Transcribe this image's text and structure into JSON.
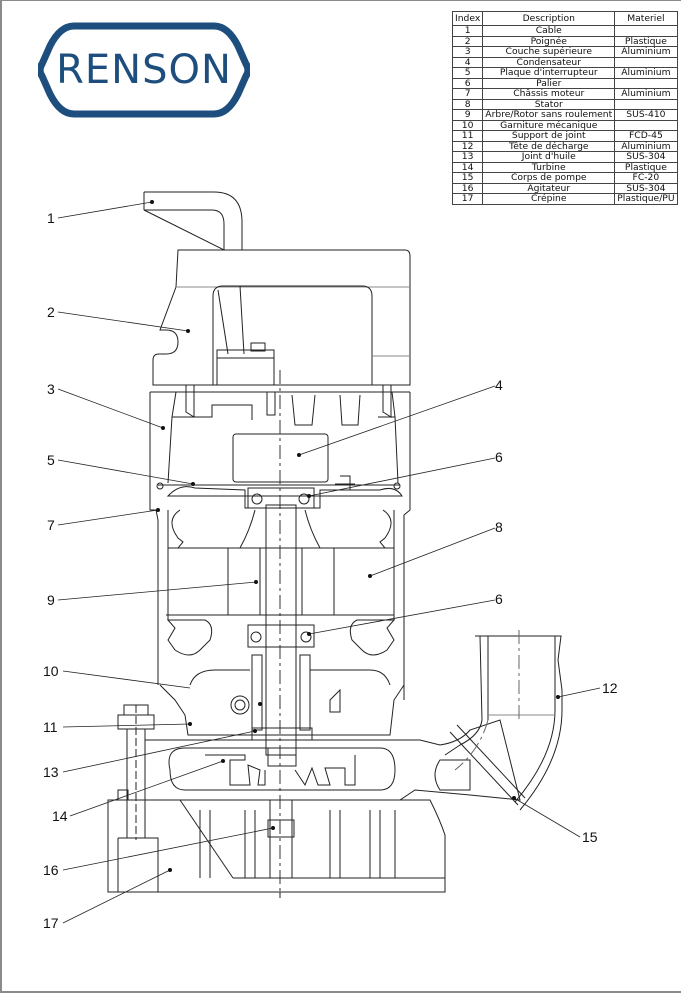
{
  "logo": {
    "text": "RENSON",
    "color": "#1d4e7e"
  },
  "parts_table": {
    "headers": [
      "Index",
      "Description",
      "Materiel"
    ],
    "rows": [
      {
        "index": "1",
        "description": "Cable",
        "material": ""
      },
      {
        "index": "2",
        "description": "Poignée",
        "material": "Plastique"
      },
      {
        "index": "3",
        "description": "Couche supérieure",
        "material": "Aluminium"
      },
      {
        "index": "4",
        "description": "Condensateur",
        "material": ""
      },
      {
        "index": "5",
        "description": "Plaque d'interrupteur",
        "material": "Aluminium"
      },
      {
        "index": "6",
        "description": "Palier",
        "material": ""
      },
      {
        "index": "7",
        "description": "Châssis moteur",
        "material": "Aluminium"
      },
      {
        "index": "8",
        "description": "Stator",
        "material": ""
      },
      {
        "index": "9",
        "description": "Arbre/Rotor sans roulement",
        "material": "SUS-410"
      },
      {
        "index": "10",
        "description": "Garniture mécanique",
        "material": ""
      },
      {
        "index": "11",
        "description": "Support de joint",
        "material": "FCD-45"
      },
      {
        "index": "12",
        "description": "Tête de décharge",
        "material": "Aluminium"
      },
      {
        "index": "13",
        "description": "Joint d'huile",
        "material": "SUS-304"
      },
      {
        "index": "14",
        "description": "Turbine",
        "material": "Plastique"
      },
      {
        "index": "15",
        "description": "Corps de pompe",
        "material": "FC-20"
      },
      {
        "index": "16",
        "description": "Agitateur",
        "material": "SUS-304"
      },
      {
        "index": "17",
        "description": "Crépine",
        "material": "Plastique/PU"
      }
    ]
  },
  "callouts": {
    "left": [
      "1",
      "2",
      "3",
      "5",
      "7",
      "9",
      "10",
      "11",
      "13",
      "14",
      "16",
      "17"
    ],
    "right": [
      "4",
      "6",
      "8",
      "6",
      "12",
      "15"
    ]
  }
}
